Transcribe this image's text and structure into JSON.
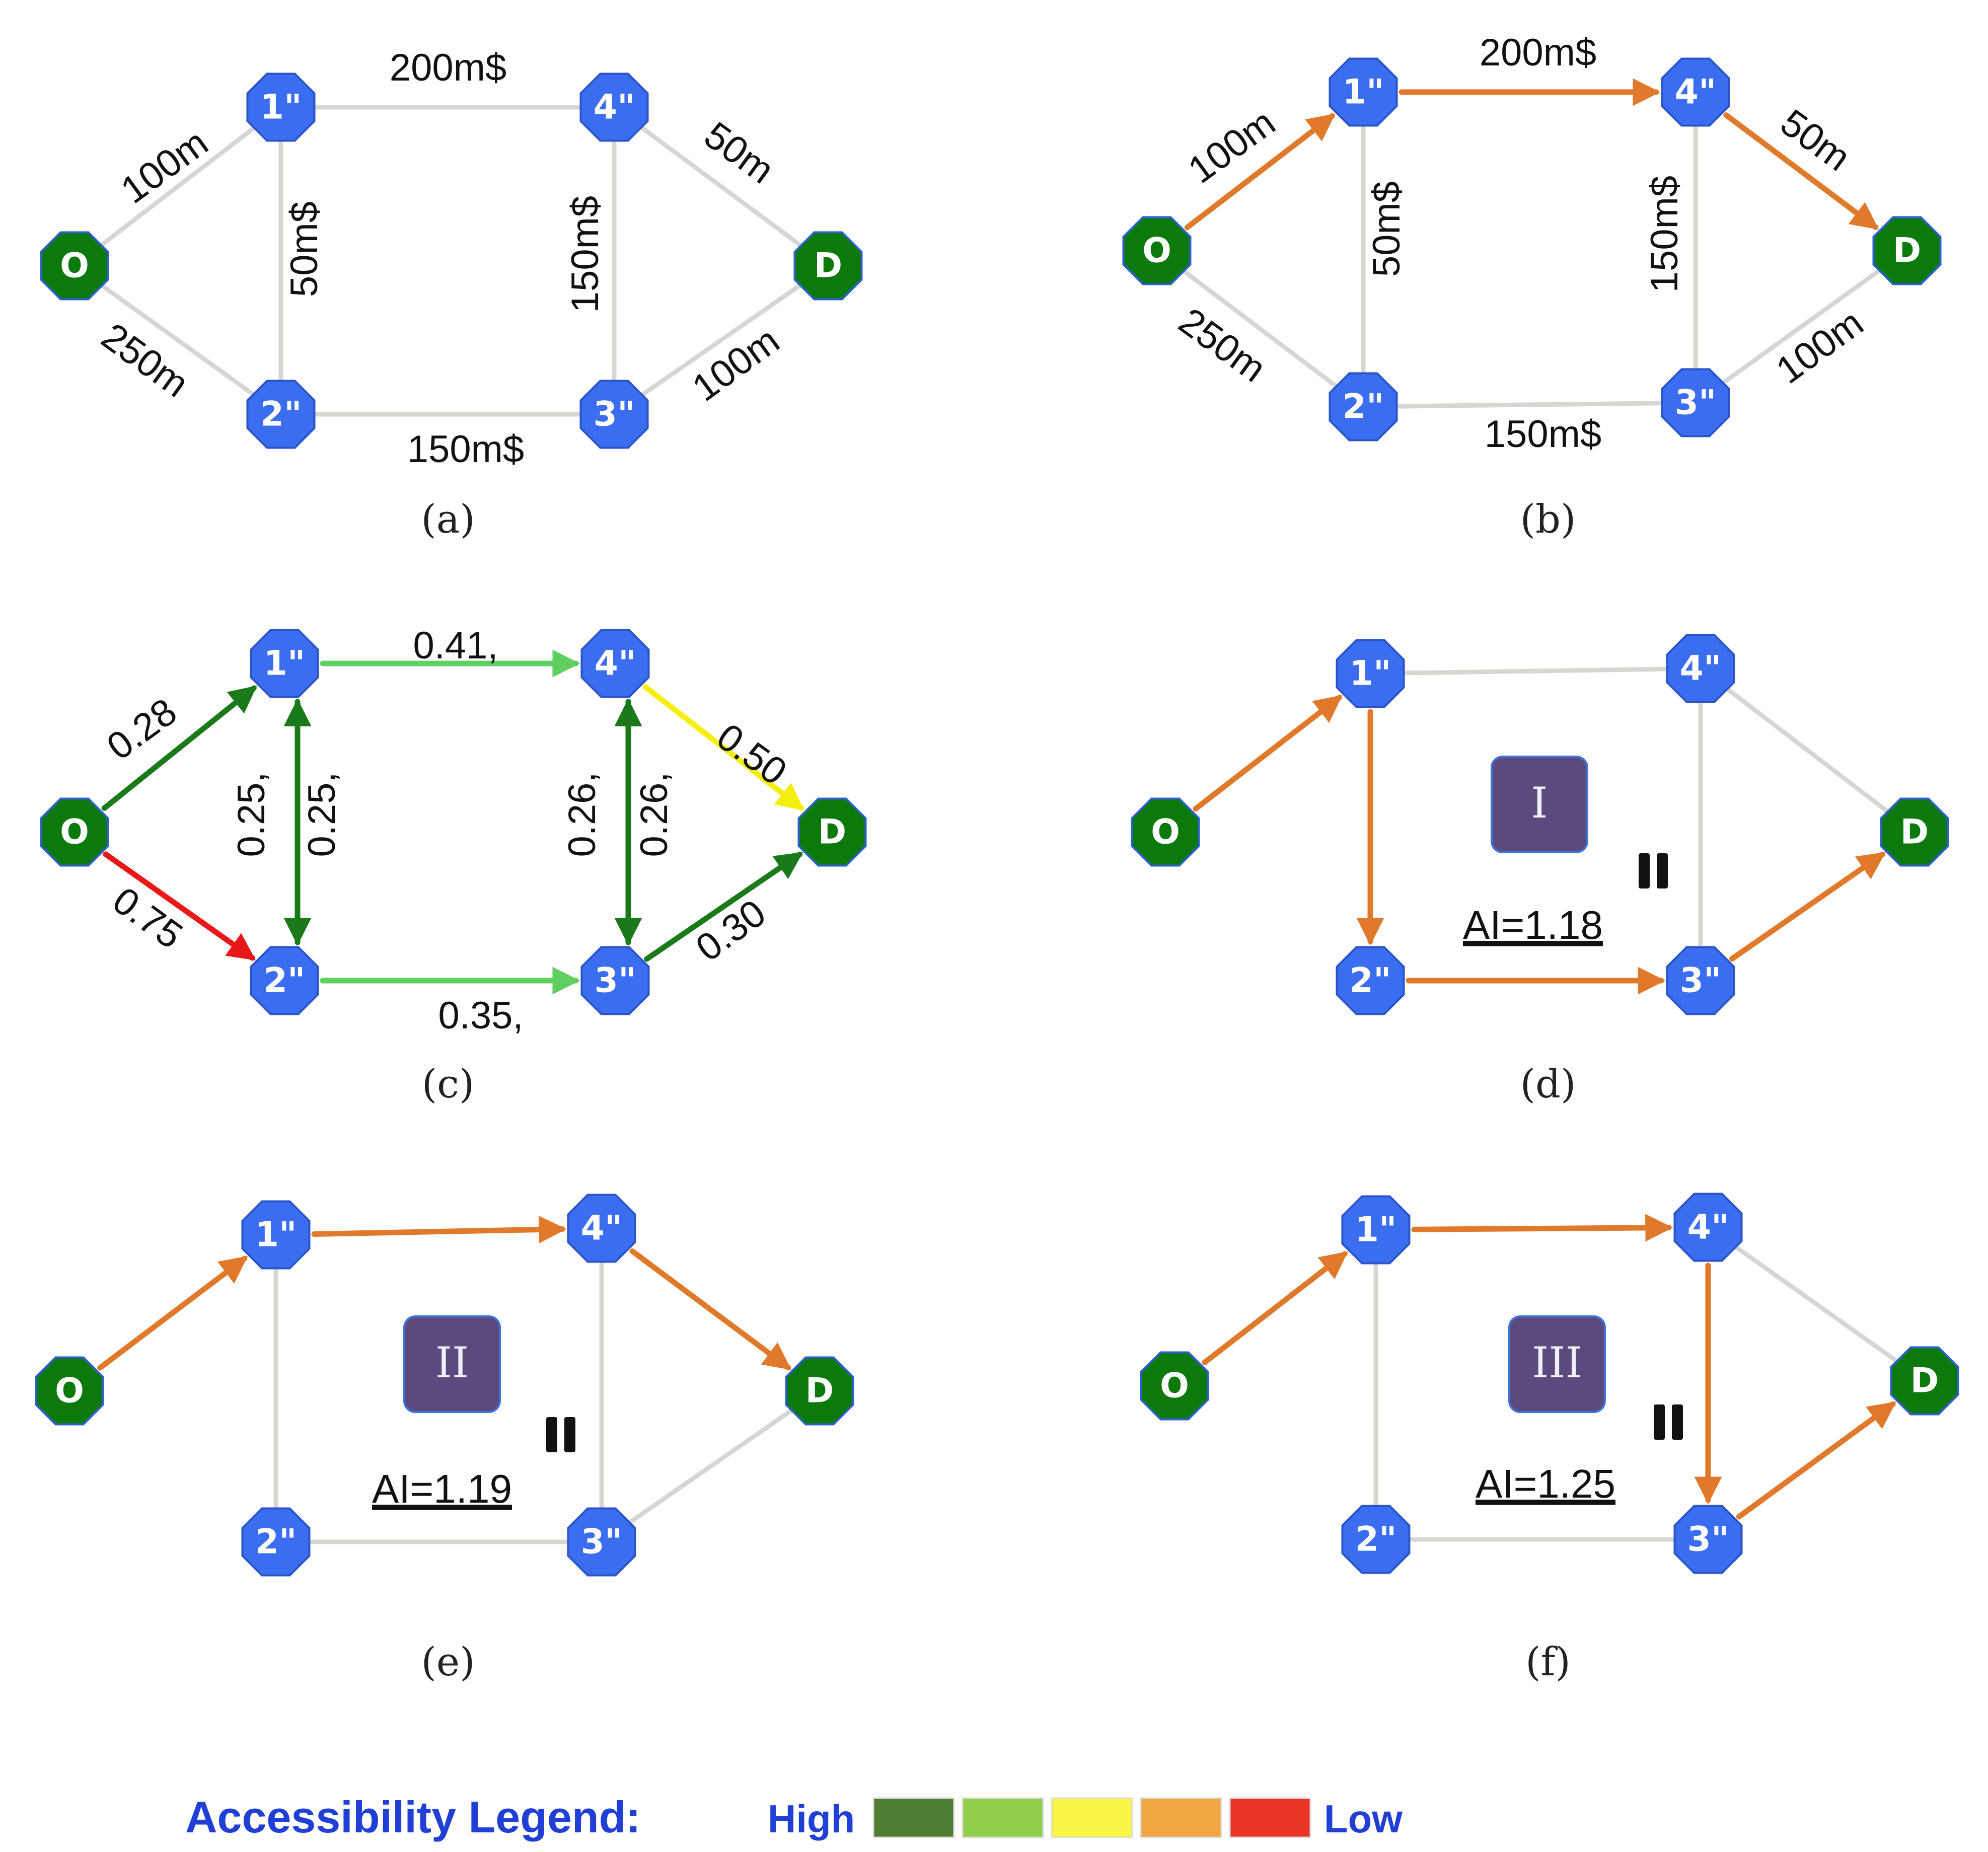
{
  "colors": {
    "node_blue": "#3a6df0",
    "node_green": "#0b7a0b",
    "edge_gray": "#d6d6d2",
    "orange": "#e07a2a",
    "dark_green": "#1a7a1a",
    "light_green": "#5fcf5f",
    "yellow": "#f5ef10",
    "red": "#e81818",
    "roman_box": "#5c4a7e"
  },
  "panels": [
    {
      "id": "a",
      "caption": "(a)",
      "edges": [
        {
          "from": "O",
          "to": "1",
          "color": "edge_gray",
          "arrow": false
        },
        {
          "from": "O",
          "to": "2",
          "color": "edge_gray",
          "arrow": false
        },
        {
          "from": "1",
          "to": "4",
          "color": "edge_gray",
          "arrow": false
        },
        {
          "from": "1",
          "to": "2",
          "color": "edge_gray",
          "arrow": false
        },
        {
          "from": "4",
          "to": "3",
          "color": "edge_gray",
          "arrow": false
        },
        {
          "from": "2",
          "to": "3",
          "color": "edge_gray",
          "arrow": false
        },
        {
          "from": "4",
          "to": "D",
          "color": "edge_gray",
          "arrow": false
        },
        {
          "from": "3",
          "to": "D",
          "color": "edge_gray",
          "arrow": false
        }
      ],
      "labels": [
        "100m",
        "250m",
        "200m$",
        "50m$",
        "150m$",
        "150m$",
        "50m",
        "100m"
      ]
    },
    {
      "id": "b",
      "caption": "(b)",
      "edges": [
        {
          "from": "O",
          "to": "1",
          "color": "orange",
          "arrow": true
        },
        {
          "from": "O",
          "to": "2",
          "color": "edge_gray",
          "arrow": false
        },
        {
          "from": "1",
          "to": "4",
          "color": "orange",
          "arrow": true
        },
        {
          "from": "1",
          "to": "2",
          "color": "edge_gray",
          "arrow": false
        },
        {
          "from": "4",
          "to": "3",
          "color": "edge_gray",
          "arrow": false
        },
        {
          "from": "2",
          "to": "3",
          "color": "edge_gray",
          "arrow": false
        },
        {
          "from": "4",
          "to": "D",
          "color": "orange",
          "arrow": true
        },
        {
          "from": "3",
          "to": "D",
          "color": "edge_gray",
          "arrow": false
        }
      ],
      "labels": [
        "100m",
        "250m",
        "200m$",
        "50m$",
        "150m$",
        "150m$",
        "50m",
        "100m"
      ]
    },
    {
      "id": "c",
      "caption": "(c)",
      "edges": [
        {
          "from": "O",
          "to": "1",
          "color": "dark_green",
          "arrow": true
        },
        {
          "from": "O",
          "to": "2",
          "color": "red",
          "arrow": true
        },
        {
          "from": "1",
          "to": "4",
          "color": "light_green",
          "arrow": true
        },
        {
          "from": "1",
          "to": "2",
          "color": "dark_green",
          "arrow": true,
          "offset": -26
        },
        {
          "from": "2",
          "to": "1",
          "color": "dark_green",
          "arrow": true,
          "offset": -26
        },
        {
          "from": "4",
          "to": "3",
          "color": "dark_green",
          "arrow": true,
          "offset": 26
        },
        {
          "from": "3",
          "to": "4",
          "color": "dark_green",
          "arrow": true,
          "offset": 26
        },
        {
          "from": "2",
          "to": "3",
          "color": "light_green",
          "arrow": true
        },
        {
          "from": "4",
          "to": "D",
          "color": "yellow",
          "arrow": true
        },
        {
          "from": "3",
          "to": "D",
          "color": "dark_green",
          "arrow": true
        }
      ],
      "labels": [
        "0.28",
        "0.75",
        "0.41,",
        "0.25,",
        "0.25,",
        "0.26,",
        "0.26,",
        "0.35,",
        "0.50",
        "0.30"
      ]
    },
    {
      "id": "d",
      "caption": "(d)",
      "roman": "I",
      "ai": "AI=1.18",
      "edges": [
        {
          "from": "O",
          "to": "1",
          "color": "orange",
          "arrow": true
        },
        {
          "from": "1",
          "to": "4",
          "color": "edge_gray",
          "arrow": false
        },
        {
          "from": "1",
          "to": "2",
          "color": "orange",
          "arrow": true
        },
        {
          "from": "4",
          "to": "3",
          "color": "edge_gray",
          "arrow": false
        },
        {
          "from": "2",
          "to": "3",
          "color": "orange",
          "arrow": true
        },
        {
          "from": "4",
          "to": "D",
          "color": "edge_gray",
          "arrow": false
        },
        {
          "from": "3",
          "to": "D",
          "color": "orange",
          "arrow": true
        }
      ]
    },
    {
      "id": "e",
      "caption": "(e)",
      "roman": "II",
      "ai": "AI=1.19",
      "edges": [
        {
          "from": "O",
          "to": "1",
          "color": "orange",
          "arrow": true
        },
        {
          "from": "1",
          "to": "4",
          "color": "orange",
          "arrow": true
        },
        {
          "from": "1",
          "to": "2",
          "color": "edge_gray",
          "arrow": false
        },
        {
          "from": "4",
          "to": "3",
          "color": "edge_gray",
          "arrow": false
        },
        {
          "from": "2",
          "to": "3",
          "color": "edge_gray",
          "arrow": false
        },
        {
          "from": "4",
          "to": "D",
          "color": "orange",
          "arrow": true
        },
        {
          "from": "3",
          "to": "D",
          "color": "edge_gray",
          "arrow": false
        }
      ]
    },
    {
      "id": "f",
      "caption": "(f)",
      "roman": "III",
      "ai": "AI=1.25",
      "edges": [
        {
          "from": "O",
          "to": "1",
          "color": "orange",
          "arrow": true
        },
        {
          "from": "1",
          "to": "4",
          "color": "orange",
          "arrow": true
        },
        {
          "from": "1",
          "to": "2",
          "color": "edge_gray",
          "arrow": false
        },
        {
          "from": "4",
          "to": "3",
          "color": "orange",
          "arrow": true
        },
        {
          "from": "2",
          "to": "3",
          "color": "edge_gray",
          "arrow": false
        },
        {
          "from": "4",
          "to": "D",
          "color": "edge_gray",
          "arrow": false
        },
        {
          "from": "3",
          "to": "D",
          "color": "orange",
          "arrow": true
        }
      ]
    }
  ],
  "node_labels": {
    "O": "O",
    "D": "D",
    "1": "1\"",
    "2": "2\"",
    "3": "3\"",
    "4": "4\""
  },
  "legend": {
    "title": "Accessibility Legend:",
    "high": "High",
    "low": "Low",
    "swatches": [
      "#4e7d32",
      "#8fcf4a",
      "#f8f548",
      "#f0a540",
      "#e83525"
    ]
  }
}
